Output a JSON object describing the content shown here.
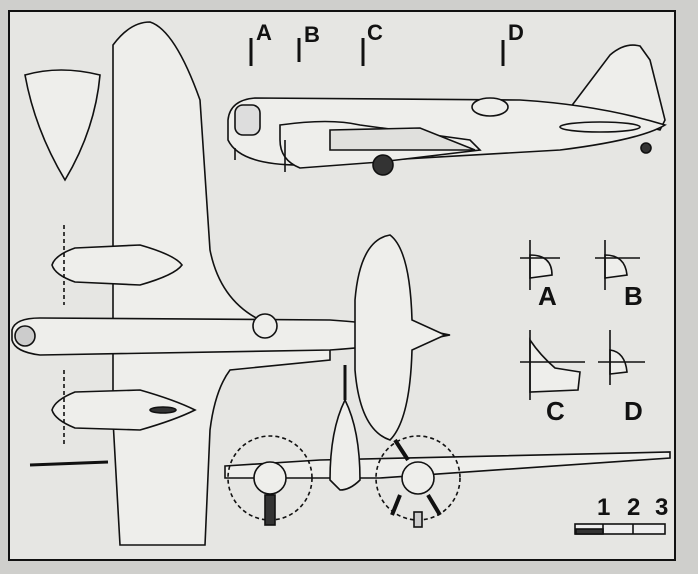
{
  "section_markers": [
    "A",
    "B",
    "C",
    "D"
  ],
  "section_labels": [
    "A",
    "B",
    "C",
    "D"
  ],
  "scale_bar": {
    "ticks": [
      "1",
      "2",
      "3"
    ]
  },
  "colors": {
    "paper": "#e6e6e3",
    "ink": "#111111"
  }
}
